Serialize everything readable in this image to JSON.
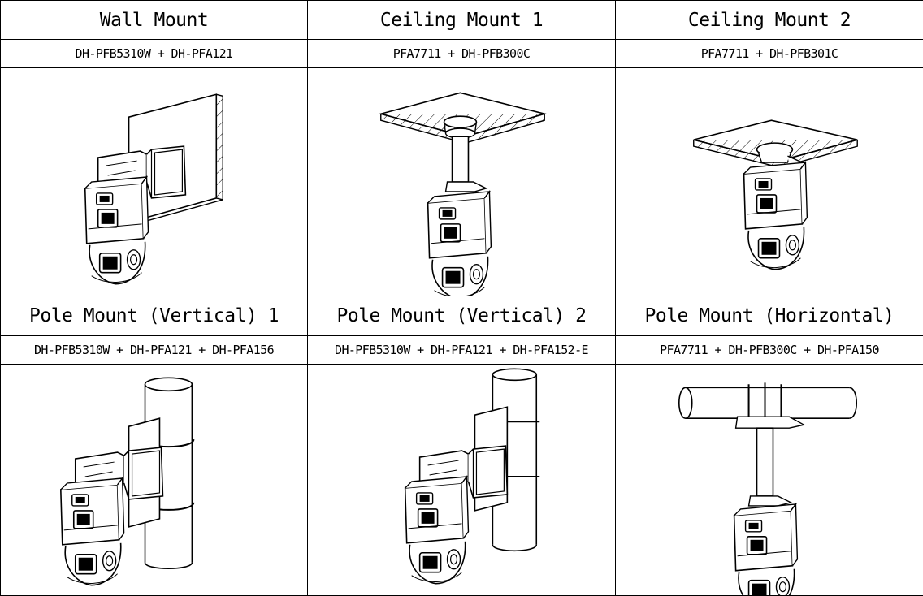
{
  "mounts": [
    {
      "title": "Wall Mount",
      "model": "DH-PFB5310W + DH-PFA121",
      "illustration": "wall-mount-camera-illustration"
    },
    {
      "title": "Ceiling Mount 1",
      "model": "PFA7711 + DH-PFB300C",
      "illustration": "ceiling-mount-long-pole-illustration"
    },
    {
      "title": "Ceiling Mount 2",
      "model": "PFA7711 + DH-PFB301C",
      "illustration": "ceiling-mount-short-illustration"
    },
    {
      "title": "Pole Mount (Vertical) 1",
      "model": "DH-PFB5310W + DH-PFA121 + DH-PFA156",
      "illustration": "pole-mount-vertical-1-illustration"
    },
    {
      "title": "Pole Mount (Vertical) 2",
      "model": "DH-PFB5310W + DH-PFA121 + DH-PFA152-E",
      "illustration": "pole-mount-vertical-2-illustration"
    },
    {
      "title": "Pole Mount (Horizontal)",
      "model": "PFA7711 + DH-PFB300C + DH-PFA150",
      "illustration": "pole-mount-horizontal-illustration"
    }
  ]
}
